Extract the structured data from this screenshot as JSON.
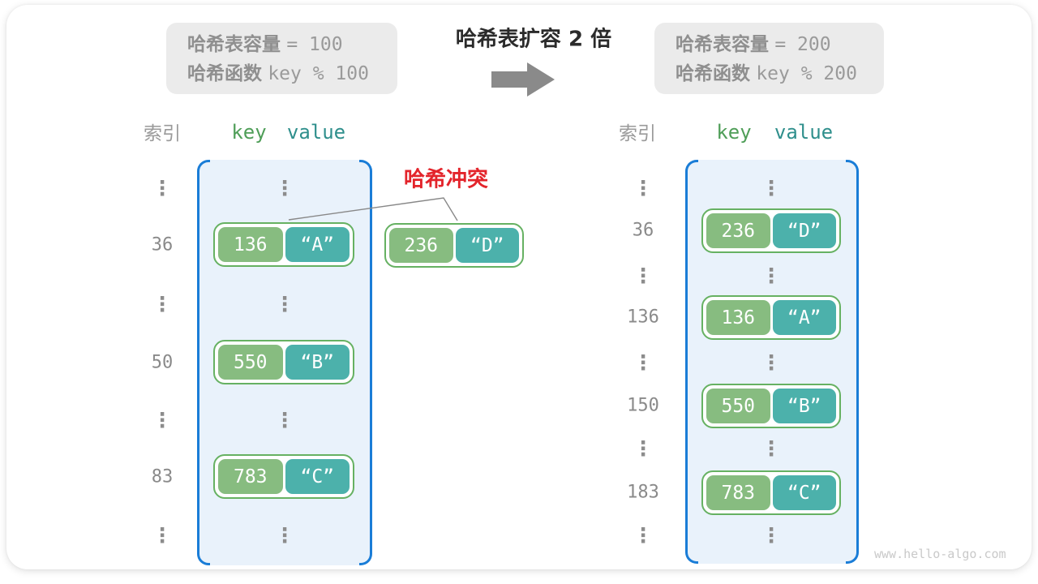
{
  "title": "哈希表扩容 2 倍",
  "watermark": "www.hello-algo.com",
  "glyphs": {
    "vertical_ellipsis": "⋮"
  },
  "colors": {
    "bracket_blue": "#1a7dd7",
    "bucket_fill": "#e9f2fb",
    "key_green": "#87bc80",
    "value_teal": "#4cb1ab",
    "pair_border_green": "#66b162",
    "collision_red": "#e3242b",
    "info_box_gray": "#ebebeb",
    "arrow_gray": "#8a8a8a"
  },
  "info_before": {
    "capacity_label": "哈希表容量",
    "capacity_code": "= 100",
    "hash_label": "哈希函数",
    "hash_code": "key % 100"
  },
  "info_after": {
    "capacity_label": "哈希表容量",
    "capacity_code": "= 200",
    "hash_label": "哈希函数",
    "hash_code": "key % 200"
  },
  "headers": {
    "index": "索引",
    "key": "key",
    "value": "value"
  },
  "collision": {
    "label": "哈希冲突"
  },
  "collision_pair": {
    "key": "236",
    "value": "“D”"
  },
  "table_before": {
    "indices": [
      "36",
      "50",
      "83"
    ],
    "pairs": [
      {
        "key": "136",
        "value": "“A”"
      },
      {
        "key": "550",
        "value": "“B”"
      },
      {
        "key": "783",
        "value": "“C”"
      }
    ]
  },
  "table_after": {
    "indices": [
      "36",
      "136",
      "150",
      "183"
    ],
    "pairs": [
      {
        "key": "236",
        "value": "“D”"
      },
      {
        "key": "136",
        "value": "“A”"
      },
      {
        "key": "550",
        "value": "“B”"
      },
      {
        "key": "783",
        "value": "“C”"
      }
    ]
  }
}
